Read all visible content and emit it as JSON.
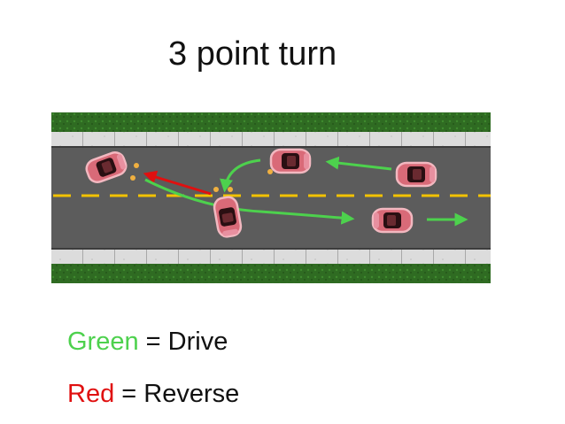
{
  "title": "3 point turn",
  "legend": [
    {
      "keyword": "Green",
      "rest": " = Drive",
      "color": "#4dd14d"
    },
    {
      "keyword": "Red",
      "rest": " = Reverse",
      "color": "#e01010"
    }
  ],
  "colors": {
    "grass": "#2f6b22",
    "sidewalk": "#d9d9d9",
    "road": "#5c5c5c",
    "center_line": "#f2c200",
    "car_body": "#d96a78",
    "drive_arrow": "#4dd14d",
    "reverse_arrow": "#e01010"
  }
}
